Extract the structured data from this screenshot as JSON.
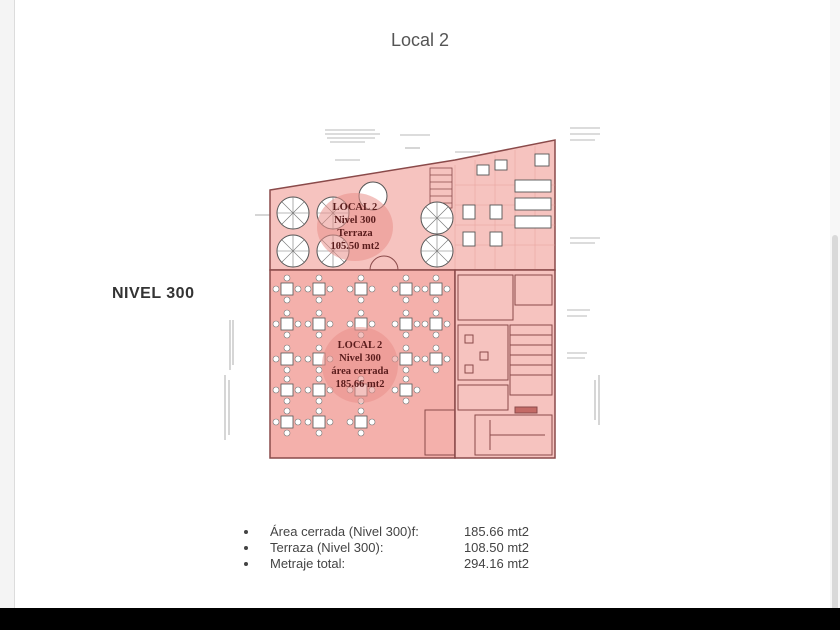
{
  "title": "Local 2",
  "level_label": "NIVEL 300",
  "plan": {
    "terrace_label": [
      "LOCAL 2",
      "Nivel 300",
      "Terraza",
      "105.50 mt2"
    ],
    "enclosed_label": [
      "LOCAL 2",
      "Nivel 300",
      "área cerrada",
      "185.66 mt2"
    ]
  },
  "areas": [
    {
      "label": "Área cerrada (Nivel 300)f:",
      "value": "185.66 mt2"
    },
    {
      "label": "Terraza (Nivel 300):",
      "value": "108.50 mt2"
    },
    {
      "label": "Metraje total:",
      "value": "294.16 mt2"
    }
  ],
  "colors": {
    "fill": "#f4b0ab",
    "terrace_fill": "#f6c3bf",
    "line": "#8a4a4a",
    "ink": "#444444"
  }
}
